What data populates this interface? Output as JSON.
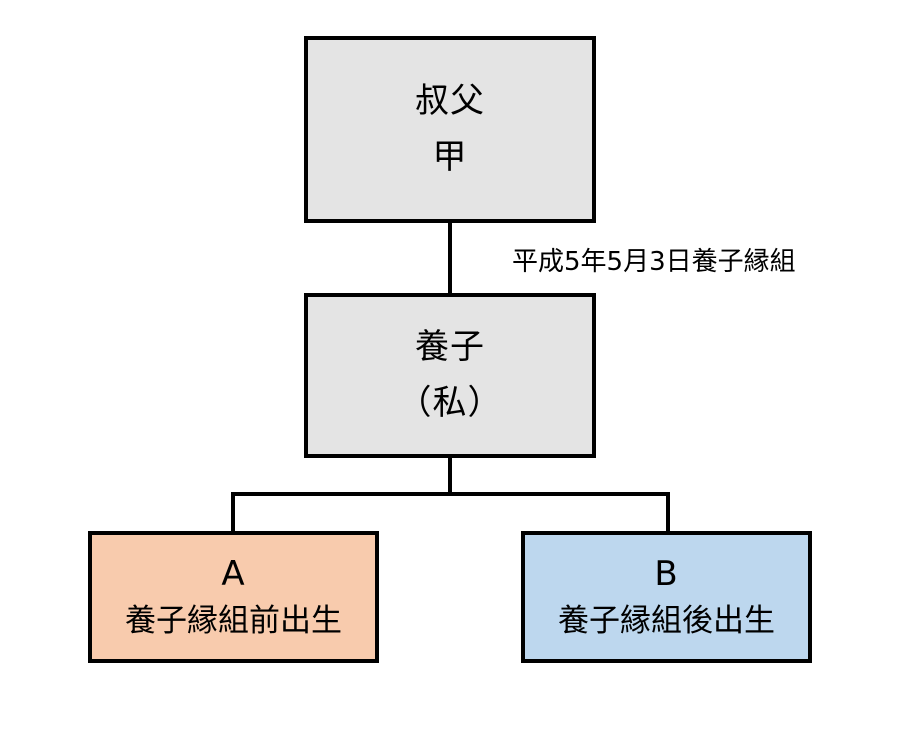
{
  "diagram": {
    "type": "family-tree",
    "background_color": "#ffffff",
    "line_color": "#000000",
    "nodes": [
      {
        "id": "uncle",
        "relation": "叔父",
        "name": "甲",
        "fill_color": "#e4e4e4"
      },
      {
        "id": "self",
        "relation": "養子",
        "name": "（私）",
        "fill_color": "#e4e4e4"
      },
      {
        "id": "child_a",
        "letter": "A",
        "description": "養子縁組前出生",
        "fill_color": "#f8cbad"
      },
      {
        "id": "child_b",
        "letter": "B",
        "description": "養子縁組後出生",
        "fill_color": "#bdd7ee"
      }
    ],
    "annotations": {
      "adoption_event": "平成5年5月3日養子縁組"
    }
  }
}
